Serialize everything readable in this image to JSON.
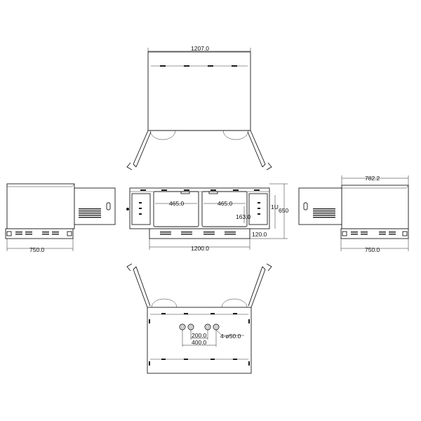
{
  "dimensions": {
    "top_width": "1207.0",
    "left_depth": "750.0",
    "front_opening_left": "465.0",
    "front_opening_right": "465.0",
    "front_total_width": "1200.0",
    "front_height": "650",
    "front_inner_height": "163.0",
    "front_bottom_offset": "120.0",
    "front_side_label": "1U",
    "right_top_width": "782.2",
    "right_depth": "750.0",
    "hole_spacing_small": "200.0",
    "hole_spacing_large": "400.0",
    "hole_callout": "4-ø50.0"
  },
  "colors": {
    "line": "#1a1a1a",
    "background": "#ffffff"
  }
}
